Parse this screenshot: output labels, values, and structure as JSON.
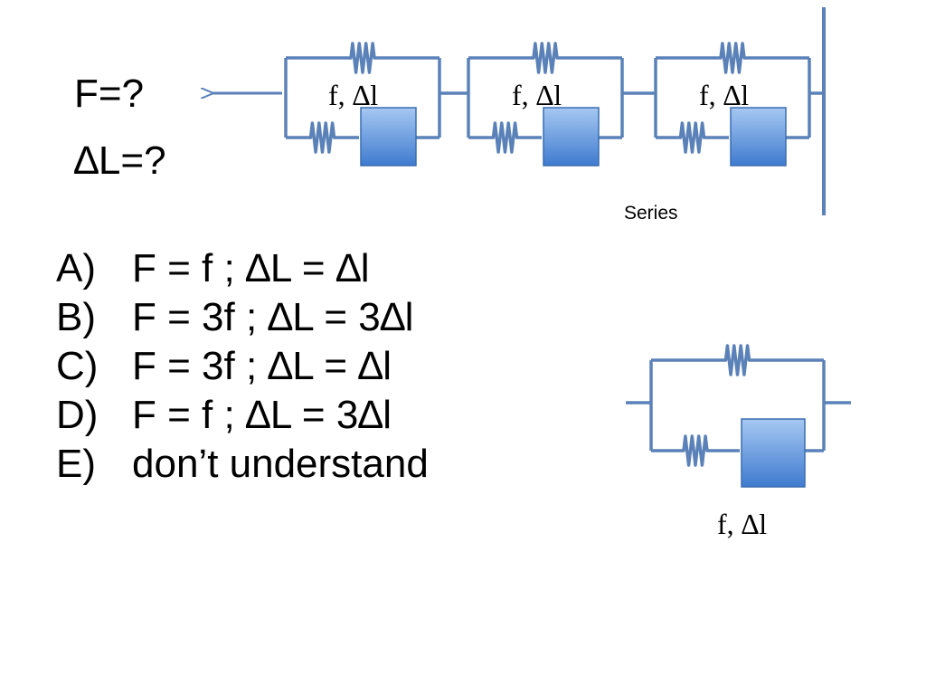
{
  "question": {
    "force": "F=?",
    "length": "∆L=?"
  },
  "diagram": {
    "series_label": "Series",
    "element_label": "f, ∆l",
    "element_count": 3,
    "colors": {
      "wire": "#5b82b8",
      "block_top": "#a6c8f2",
      "block_bottom": "#3f7bcf",
      "block_border": "#3a6db0"
    }
  },
  "options": [
    {
      "letter": "A)",
      "text": "F = f ; ∆L = ∆l"
    },
    {
      "letter": "B)",
      "text": "F = 3f ; ∆L = 3∆l"
    },
    {
      "letter": "C)",
      "text": "F = 3f ; ∆L = ∆l"
    },
    {
      "letter": "D)",
      "text": "F = f ; ∆L = 3∆l"
    },
    {
      "letter": "E)",
      "text": "don’t understand"
    }
  ]
}
